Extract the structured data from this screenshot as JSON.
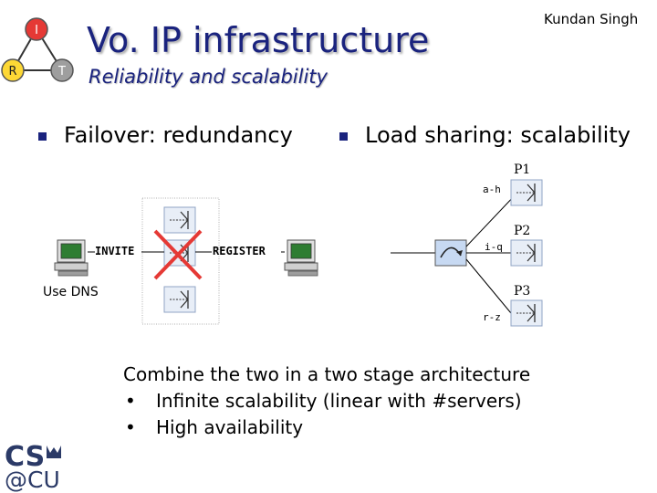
{
  "slide": {
    "title": "Vo. IP infrastructure",
    "subtitle": "Reliability and scalability",
    "author": "Kundan Singh",
    "logo_top": {
      "nodes": [
        "I",
        "R",
        "T"
      ],
      "colors": [
        "#e53935",
        "#fdd835",
        "#9e9e9e"
      ]
    },
    "logo_bottom": {
      "line1": "CS",
      "line2": "@CU",
      "color": "#2b3a67"
    }
  },
  "failover": {
    "heading": "Failover: redundancy",
    "invite_label": "INVITE",
    "register_label": "REGISTER",
    "dns_label": "Use DNS",
    "icons": [
      "server-icon",
      "client-computer-icon",
      "failed-cross-icon"
    ]
  },
  "loadsharing": {
    "heading": "Load sharing: scalability",
    "servers": [
      {
        "name": "P1",
        "range": "a-h"
      },
      {
        "name": "P2",
        "range": "i-q"
      },
      {
        "name": "P3",
        "range": "r-z"
      }
    ],
    "icons": [
      "router-icon",
      "server-icon"
    ]
  },
  "summary": {
    "line1": "Combine the two in a two stage architecture",
    "bullet_char": "•",
    "items": [
      "Infinite scalability (linear with #servers)",
      "High availability"
    ]
  }
}
